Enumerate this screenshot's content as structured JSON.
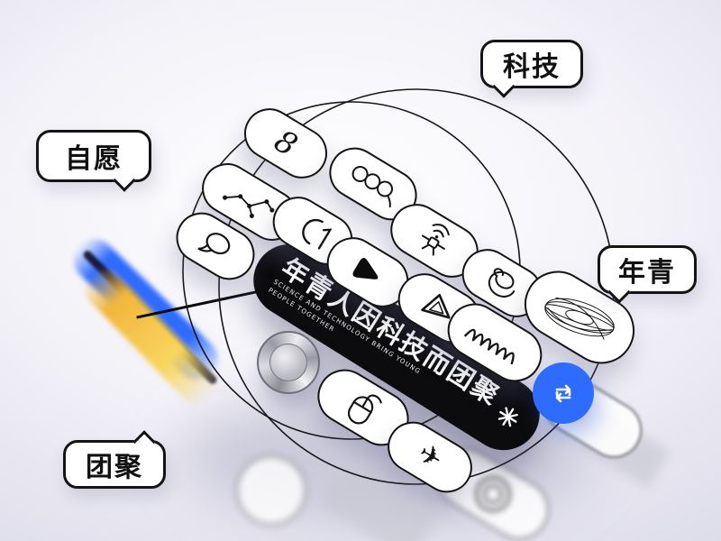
{
  "bubbles": {
    "tech": "科技",
    "voluntary": "自愿",
    "young": "年青",
    "reunion": "团聚"
  },
  "banner": {
    "chinese": "年青人因科技而团聚",
    "english_line1": "SCIENCE AND TECHNOLOGY BRING YOUNG",
    "english_line2": "PEOPLE TOGETHER"
  },
  "glyphs": {
    "figure_eight": "8",
    "airplane": "✈"
  },
  "icons": {
    "sun": "8-ray-asterisk",
    "loop": "square-repeat-arrows",
    "play": "rounded-play-triangle",
    "mobius": "wireframe-torus"
  },
  "colors": {
    "accent_blue": "#2e6bff",
    "accent_yellow": "#f2b63c",
    "ink": "#141414",
    "background_lavender": "#d9d9e8"
  }
}
